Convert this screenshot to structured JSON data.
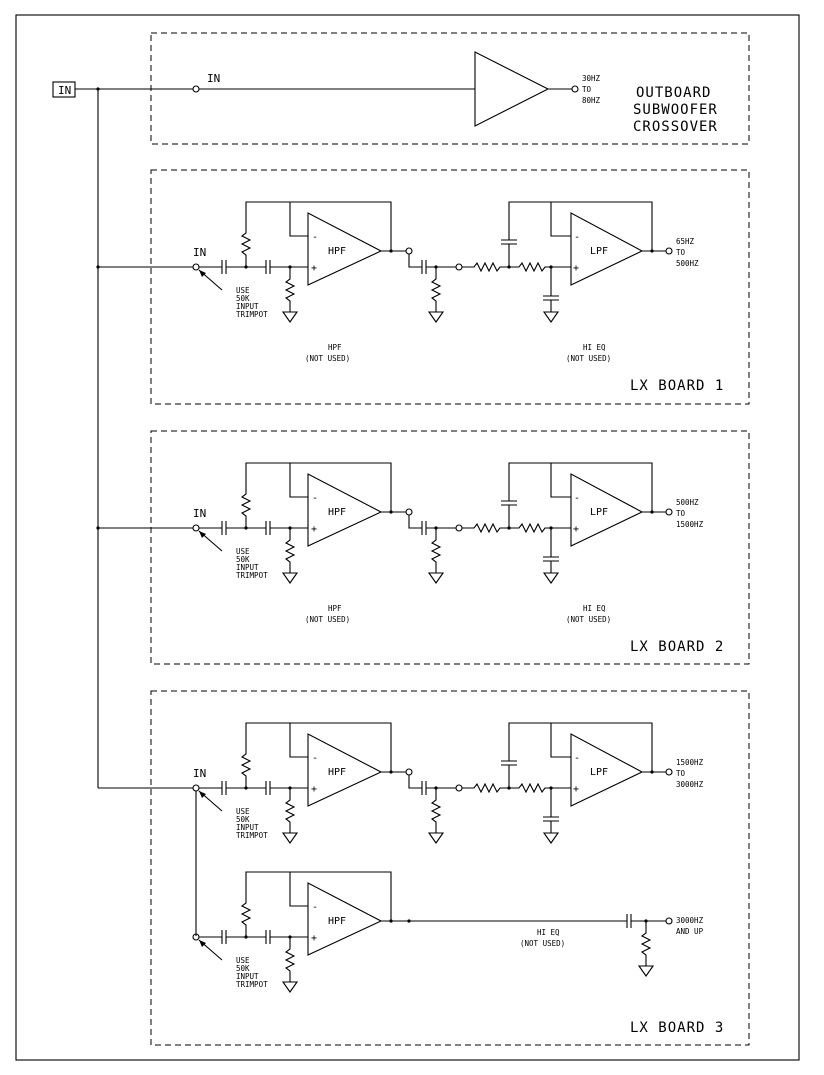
{
  "input_label": "IN",
  "subwoofer": {
    "input_label": "IN",
    "output_range": [
      "30HZ",
      "TO",
      "80HZ"
    ],
    "title": [
      "OUTBOARD",
      "SUBWOOFER",
      "CROSSOVER"
    ]
  },
  "boards": [
    {
      "title": "LX  BOARD  1",
      "input_label": "IN",
      "trimpot_note": [
        "USE",
        "50K",
        "INPUT",
        "TRIMPOT"
      ],
      "hpf_label": "HPF",
      "lpf_label": "LPF",
      "hpf_caption": [
        "HPF",
        "(NOT USED)"
      ],
      "eq_caption": [
        "HI EQ",
        "(NOT USED)"
      ],
      "output_range": [
        "65HZ",
        "TO",
        "500HZ"
      ]
    },
    {
      "title": "LX  BOARD  2",
      "input_label": "IN",
      "trimpot_note": [
        "USE",
        "50K",
        "INPUT",
        "TRIMPOT"
      ],
      "hpf_label": "HPF",
      "lpf_label": "LPF",
      "hpf_caption": [
        "HPF",
        "(NOT USED)"
      ],
      "eq_caption": [
        "HI EQ",
        "(NOT USED)"
      ],
      "output_range": [
        "500HZ",
        "TO",
        "1500HZ"
      ]
    },
    {
      "title": "LX  BOARD  3",
      "input_label": "IN",
      "trimpot_note": [
        "USE",
        "50K",
        "INPUT",
        "TRIMPOT"
      ],
      "hpf_label": "HPF",
      "lpf_label": "LPF",
      "output_range": [
        "1500HZ",
        "TO",
        "3000HZ"
      ],
      "high_channel": {
        "trimpot_note": [
          "USE",
          "50K",
          "INPUT",
          "TRIMPOT"
        ],
        "hpf_label": "HPF",
        "eq_caption": [
          "HI EQ",
          "(NOT USED)"
        ],
        "output_range": [
          "3000HZ",
          "AND UP"
        ]
      }
    }
  ],
  "amp_symbols": {
    "minus": "-",
    "plus": "+"
  }
}
